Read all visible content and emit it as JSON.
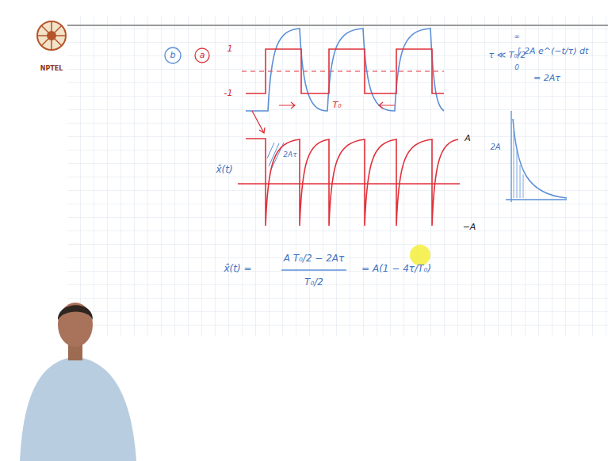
{
  "diagram": {
    "labels": [
      "NPTEL",
      "b",
      "a",
      "1",
      "-1",
      "T₀",
      "τ ≪ T₀/2",
      "∞",
      "∫ 2A e^(−t/τ) dt",
      "0",
      "= 2Aτ",
      "2A",
      "2Aτ",
      "x̂(t)",
      "A",
      "−A",
      "x̂(t) =",
      "A T₀/2 − 2Aτ",
      "T₀/2",
      "= A(1 − 4τ/T₀)"
    ]
  }
}
